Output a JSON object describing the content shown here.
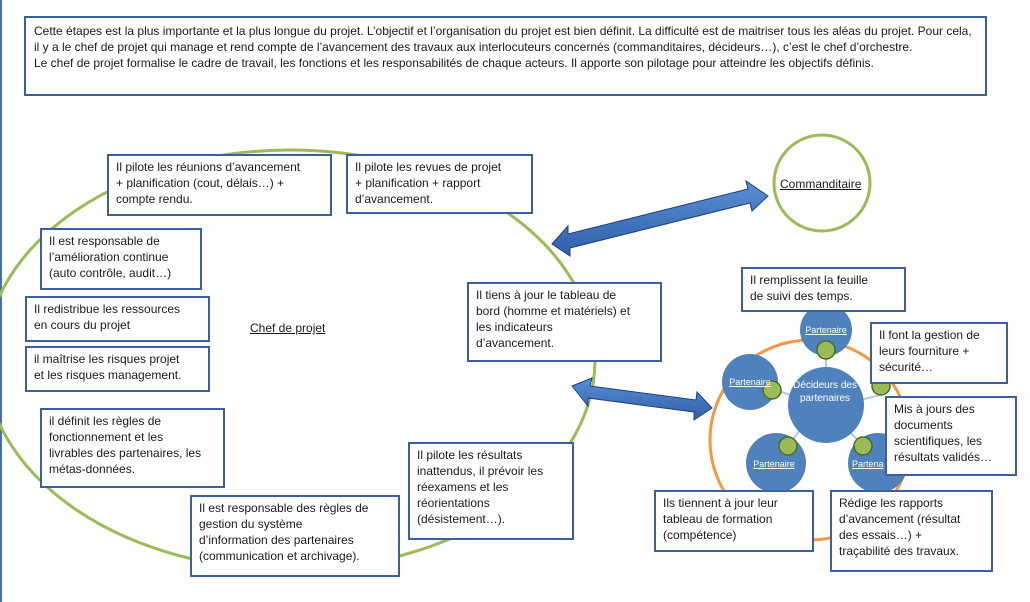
{
  "intro": {
    "para1": "Cette étapes est la plus importante et la plus longue du projet. L’objectif et l’organisation du projet est bien définit. La difficulté est de maitriser tous les aléas du projet. Pour cela, il y a le chef de projet qui manage et rend compte de l’avancement des travaux aux interlocuteurs concernés (commanditaires, décideurs…), c’est le chef d’orchestre.",
    "para2": "Le chef de projet formalise le cadre de travail, les fonctions et les responsabilités de chaque acteurs. Il apporte son pilotage pour atteindre les objectifs définis."
  },
  "left": {
    "label": "Chef de projet",
    "boxes": [
      "Il pilote les réunions d’avancement\n+ planification (cout, délais…) +\ncompte rendu.",
      "Il pilote les revues de projet\n+ planification + rapport\nd’avancement.",
      "Il est responsable de\nl’amélioration continue\n(auto contrôle, audit…)",
      "Il redistribue les ressources\nen cours du projet",
      "il maîtrise les risques projet\net les risques management.",
      "il définit les règles de\nfonctionnement et les\nlivrables des partenaires, les\nmétas-données.",
      "Il est responsable des règles de\ngestion du système\nd’information des partenaires\n(communication et archivage).",
      "Il pilote les résultats\ninattendus, il prévoir les\nréexamens et les\nréorientations\n(désistement…).",
      "Il tiens à jour le tableau de\nbord (homme et matériels) et\nles indicateurs\nd’avancement."
    ]
  },
  "commanditaire": {
    "label": "Commanditaire"
  },
  "right": {
    "center": "Décideurs des partenaires",
    "nodes": [
      "Partenaire",
      "Partenaire",
      "Partenaire",
      "Partena"
    ],
    "boxes": [
      "Il remplissent la feuille\nde suivi des temps.",
      "Il font la gestion de\nleurs fourniture +\nsécurité…",
      "Mis à jours des\ndocuments\nscientifiques, les\nrésultats validés…",
      "Rédige les rapports\nd’avancement (résultat\ndes essais…) +\ntraçabilité des travaux.",
      "Ils tiennent à jour leur\ntableau de formation\n(compétence)"
    ]
  },
  "colors": {
    "box_border": "#3d5f9c",
    "arc_green": "#9bbb59",
    "arc_orange": "#f79646",
    "node_blue": "#4f81bd",
    "arrow_blue": "#4f81bd"
  }
}
